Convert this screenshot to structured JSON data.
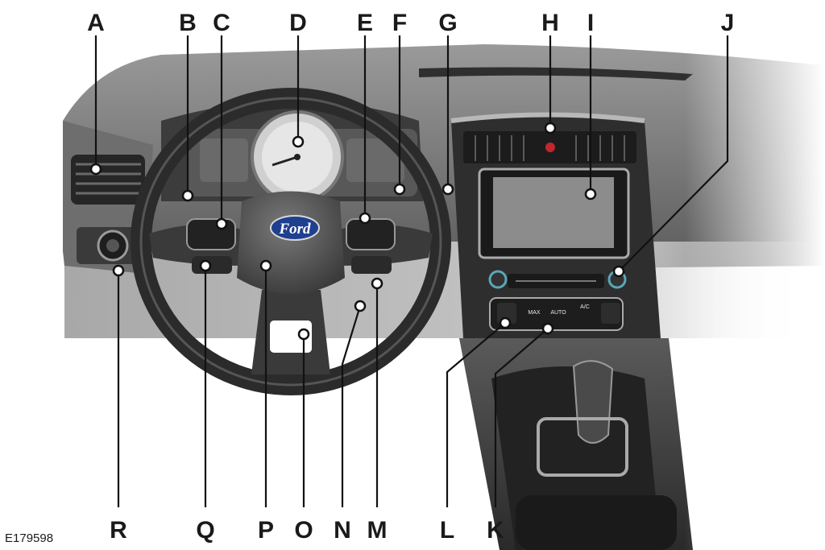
{
  "diagram": {
    "callouts": [
      {
        "id": "A",
        "label": "A"
      },
      {
        "id": "B",
        "label": "B"
      },
      {
        "id": "C",
        "label": "C"
      },
      {
        "id": "D",
        "label": "D"
      },
      {
        "id": "E",
        "label": "E"
      },
      {
        "id": "F",
        "label": "F"
      },
      {
        "id": "G",
        "label": "G"
      },
      {
        "id": "H",
        "label": "H"
      },
      {
        "id": "I",
        "label": "I"
      },
      {
        "id": "J",
        "label": "J"
      },
      {
        "id": "K",
        "label": "K"
      },
      {
        "id": "L",
        "label": "L"
      },
      {
        "id": "M",
        "label": "M"
      },
      {
        "id": "N",
        "label": "N"
      },
      {
        "id": "O",
        "label": "O"
      },
      {
        "id": "P",
        "label": "P"
      },
      {
        "id": "Q",
        "label": "Q"
      },
      {
        "id": "R",
        "label": "R"
      }
    ],
    "figure_code": "E179598",
    "brand_logo_text": "Ford",
    "climate_buttons": [
      "MAX",
      "AUTO",
      "A/C"
    ]
  },
  "colors": {
    "dash_dark": "#4a4a4a",
    "dash_mid": "#8a8a8a",
    "dash_light": "#c4c4c4",
    "leader": "#111111",
    "ford_blue": "#1f3f8f",
    "screen": "#8c8c8c"
  }
}
